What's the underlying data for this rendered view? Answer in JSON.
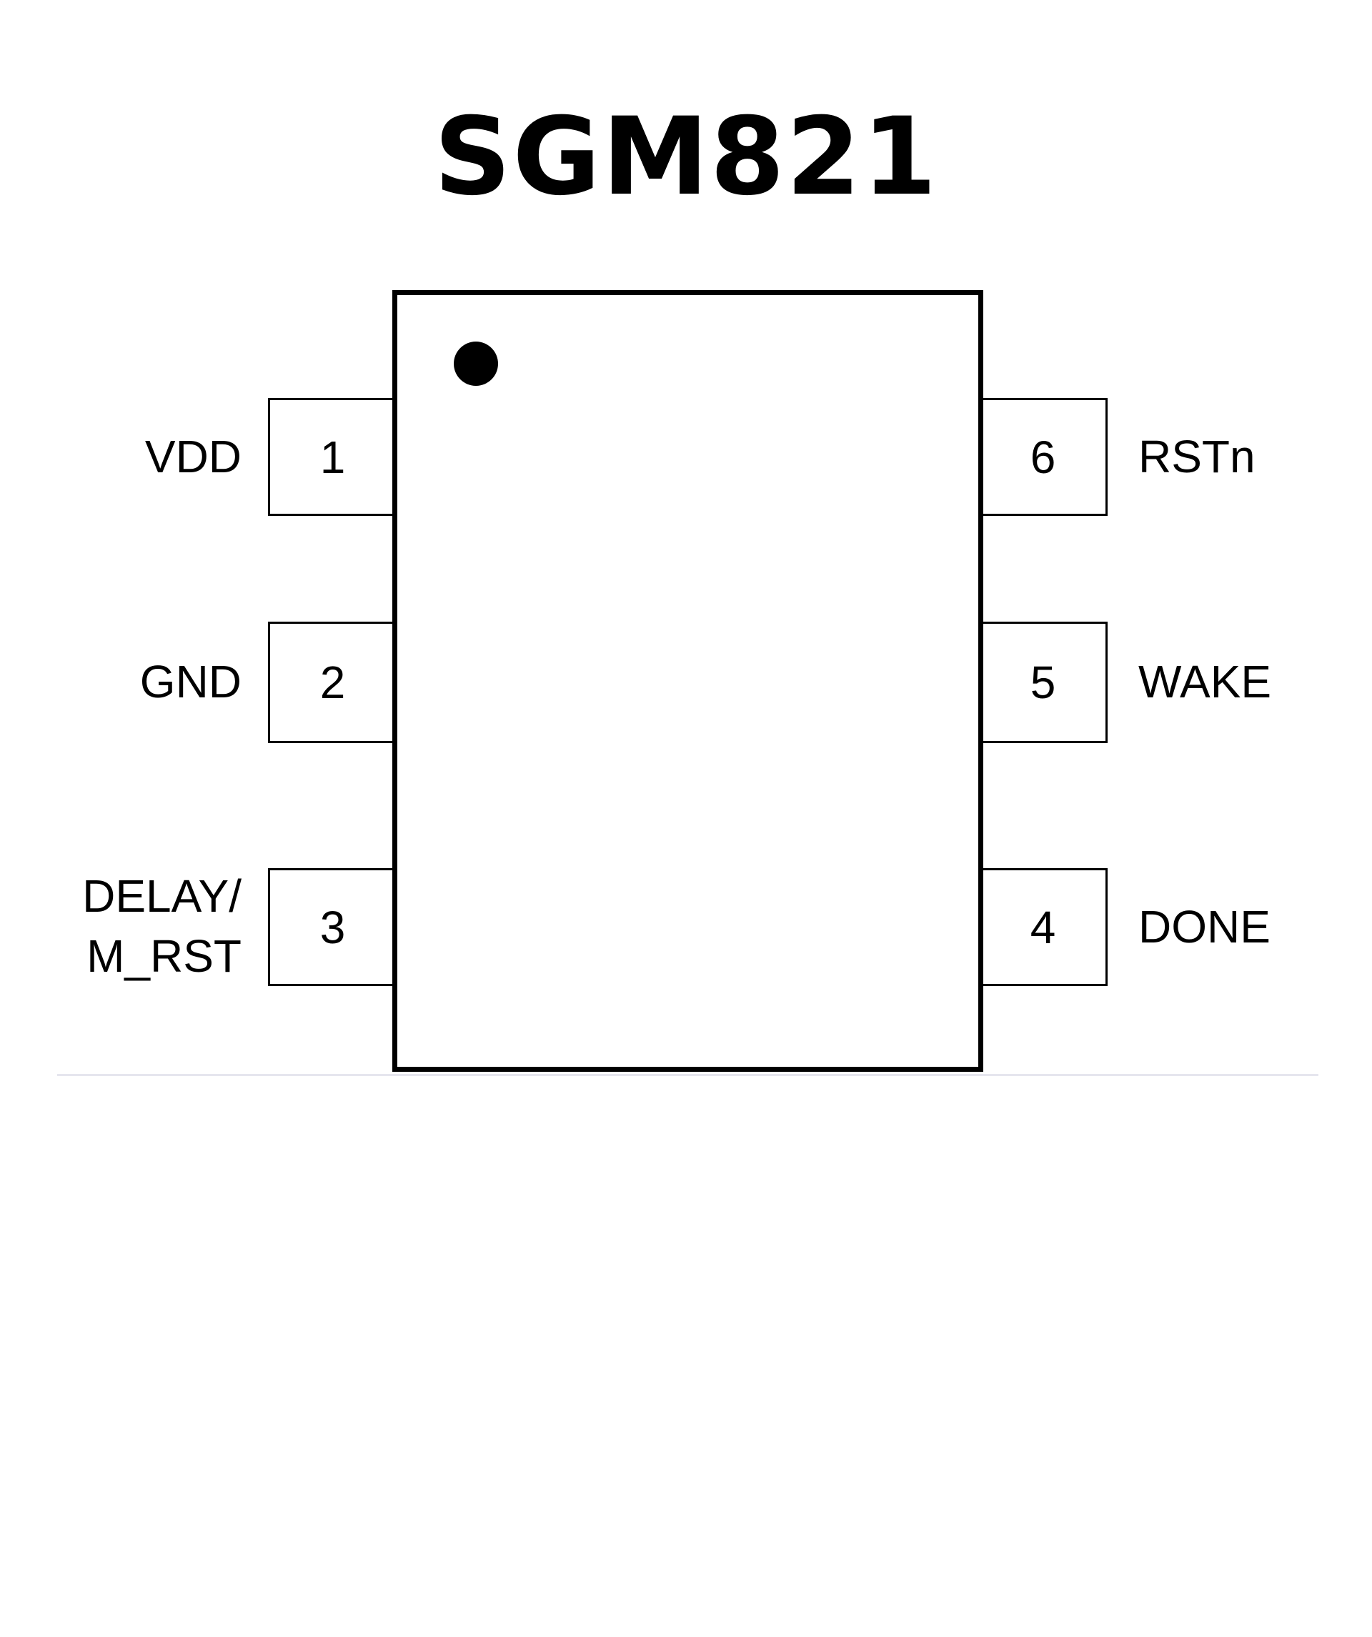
{
  "title": "SGM821",
  "pins": {
    "left": [
      {
        "number": "1",
        "name": "VDD"
      },
      {
        "number": "2",
        "name": "GND"
      },
      {
        "number": "3",
        "name": "DELAY/\nM_RST"
      }
    ],
    "right": [
      {
        "number": "6",
        "name": "RSTn"
      },
      {
        "number": "5",
        "name": "WAKE"
      },
      {
        "number": "4",
        "name": "DONE"
      }
    ]
  },
  "colors": {
    "outline": "#000000",
    "background": "#ffffff",
    "separator": "#e6e6ee"
  }
}
